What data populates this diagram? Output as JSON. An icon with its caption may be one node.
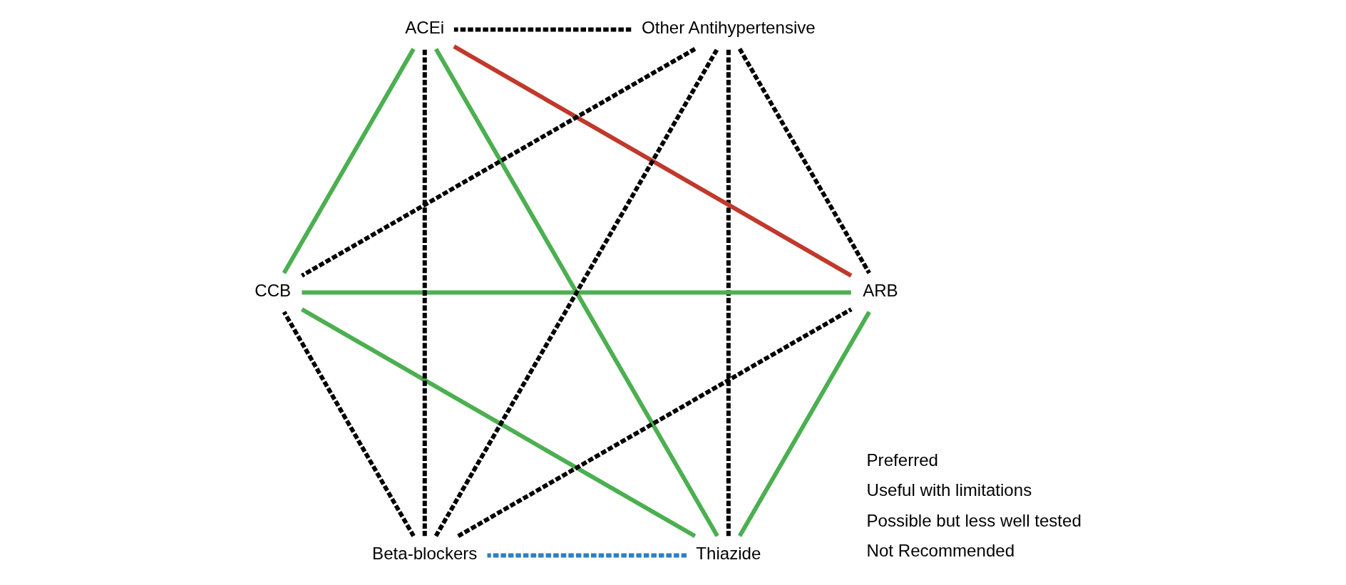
{
  "diagram": {
    "nodes": [
      {
        "text": [
          "Thiazide"
        ]
      },
      {
        "text": [
          "ARB"
        ]
      },
      {
        "text": [
          "CCB"
        ]
      },
      {
        "text": [
          "ACEi"
        ]
      },
      {
        "text": [
          "Other Antihypertensive"
        ]
      },
      {
        "text": [
          "Beta-blockers"
        ]
      }
    ],
    "edges": [
      {
        "from": 0,
        "to": 5,
        "arrow": "none",
        "style": "dashed",
        "color": "#2f7fc1"
      },
      {
        "from": 0,
        "to": 1,
        "arrow": "none",
        "color": "#4caf50"
      },
      {
        "from": 0,
        "to": 2,
        "arrow": "none",
        "color": "#4caf50"
      },
      {
        "from": 0,
        "to": 3,
        "arrow": "none",
        "color": "#4caf50"
      },
      {
        "from": 0,
        "to": 4,
        "arrow": "none",
        "style": "dashed"
      },
      {
        "from": 1,
        "to": 2,
        "arrow": "none",
        "color": "#4caf50"
      },
      {
        "from": 1,
        "to": 3,
        "arrow": "none",
        "color": "#c0392b"
      },
      {
        "from": 2,
        "to": 3,
        "arrow": "none",
        "color": "#4caf50"
      },
      {
        "from": 5,
        "to": 1,
        "arrow": "none",
        "style": "dashed"
      },
      {
        "from": 5,
        "to": 2,
        "arrow": "none",
        "style": "dashed"
      },
      {
        "from": 5,
        "to": 4,
        "arrow": "none",
        "style": "dashed"
      },
      {
        "from": 5,
        "to": 3,
        "arrow": "none",
        "style": "dashed"
      },
      {
        "from": 4,
        "to": 1,
        "arrow": "none",
        "style": "dashed"
      },
      {
        "from": 4,
        "to": 2,
        "arrow": "none",
        "style": "dashed"
      },
      {
        "from": 4,
        "to": 3,
        "arrow": "none",
        "style": "dashed"
      }
    ],
    "legend": [
      {
        "text": "Preferred"
      },
      {
        "text": "Useful with limitations"
      },
      {
        "text": "Possible but less well tested"
      },
      {
        "text": "Not Recommended"
      }
    ]
  }
}
